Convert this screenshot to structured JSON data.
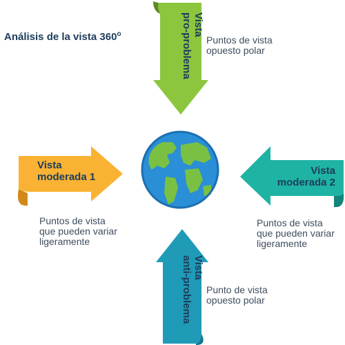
{
  "title": {
    "main": "Análisis de la vista 360",
    "sup": "o"
  },
  "arrows": {
    "top": {
      "line1": "Vista",
      "line2": "pro-problema",
      "color": "#8cc63f",
      "dark": "#5f8a26"
    },
    "left": {
      "line1": "Vista",
      "line2": "moderada 1",
      "color": "#f9b233",
      "dark": "#d18a1a"
    },
    "right": {
      "line1": "Vista",
      "line2": "moderada 2",
      "color": "#1fb3a4",
      "dark": "#14857a"
    },
    "bottom": {
      "line1": "Vista",
      "line2": "anti-problema",
      "color": "#1f9bb8",
      "dark": "#157591"
    }
  },
  "descriptions": {
    "top": {
      "line1": "Puntos de vista",
      "line2": "opuesto polar"
    },
    "left": {
      "line1": "Puntos de vista",
      "line2": "que pueden variar",
      "line3": "ligeramente"
    },
    "right": {
      "line1": "Puntos de vista",
      "line2": "que pueden variar",
      "line3": "ligeramente"
    },
    "bottom": {
      "line1": "Punto de vista",
      "line2": "opuesto polar"
    }
  },
  "globe": {
    "ocean": "#2a8fd6",
    "land": "#7ac143"
  }
}
